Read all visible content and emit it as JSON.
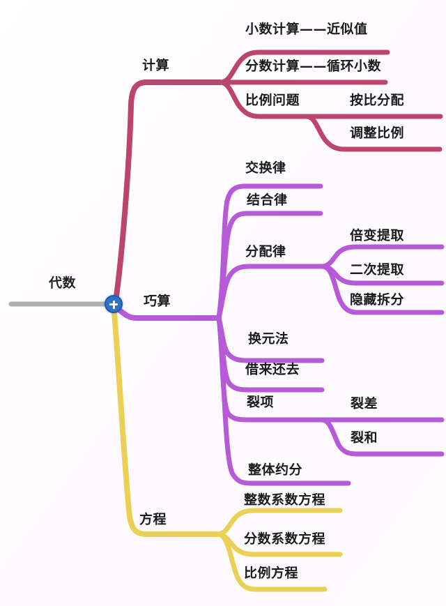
{
  "meta": {
    "root_label": "代数",
    "center_icon": "plus-circle-icon",
    "background_color": "#fdfcfd"
  },
  "colors": {
    "branch_calculation": "#bb456c",
    "branch_cleverarith": "#b75ad8",
    "branch_equation": "#ead155",
    "root_stem": "#b0b0b0",
    "center_node_fill": "#2f72c7",
    "center_node_ring": "#1f5aa8",
    "text": "#1b1b1b"
  },
  "mindmap": {
    "root": {
      "label": "代数",
      "stem_color": "#b0b0b0"
    },
    "branches": [
      {
        "id": "calculation",
        "label": "计算",
        "color": "#bb456c",
        "children": [
          {
            "id": "decimal-calc",
            "label": "小数计算——近似值",
            "children": []
          },
          {
            "id": "fraction-calc",
            "label": "分数计算——循环小数",
            "children": []
          },
          {
            "id": "ratio-problem",
            "label": "比例问题",
            "children": [
              {
                "id": "proportional-distribution",
                "label": "按比分配"
              },
              {
                "id": "adjust-ratio",
                "label": "调整比例"
              }
            ]
          }
        ]
      },
      {
        "id": "clever-arithmetic",
        "label": "巧算",
        "color": "#b75ad8",
        "children": [
          {
            "id": "commutative-law",
            "label": "交换律",
            "children": []
          },
          {
            "id": "associative-law",
            "label": "结合律",
            "children": []
          },
          {
            "id": "distributive-law",
            "label": "分配律",
            "children": [
              {
                "id": "multiple-extract",
                "label": "倍变提取"
              },
              {
                "id": "second-extract",
                "label": "二次提取"
              },
              {
                "id": "hidden-split",
                "label": "隐藏拆分"
              }
            ]
          },
          {
            "id": "substitution-method",
            "label": "换元法",
            "children": []
          },
          {
            "id": "borrow-and-return",
            "label": "借来还去",
            "children": []
          },
          {
            "id": "splitting-terms",
            "label": "裂项",
            "children": [
              {
                "id": "split-difference",
                "label": "裂差"
              },
              {
                "id": "split-sum",
                "label": "裂和"
              }
            ]
          },
          {
            "id": "overall-reduction",
            "label": "整体约分",
            "children": []
          }
        ]
      },
      {
        "id": "equation",
        "label": "方程",
        "color": "#ead155",
        "children": [
          {
            "id": "integer-coefficient-equation",
            "label": "整数系数方程",
            "children": []
          },
          {
            "id": "fraction-coefficient-equation",
            "label": "分数系数方程",
            "children": []
          },
          {
            "id": "proportional-equation",
            "label": "比例方程",
            "children": []
          }
        ]
      }
    ]
  }
}
